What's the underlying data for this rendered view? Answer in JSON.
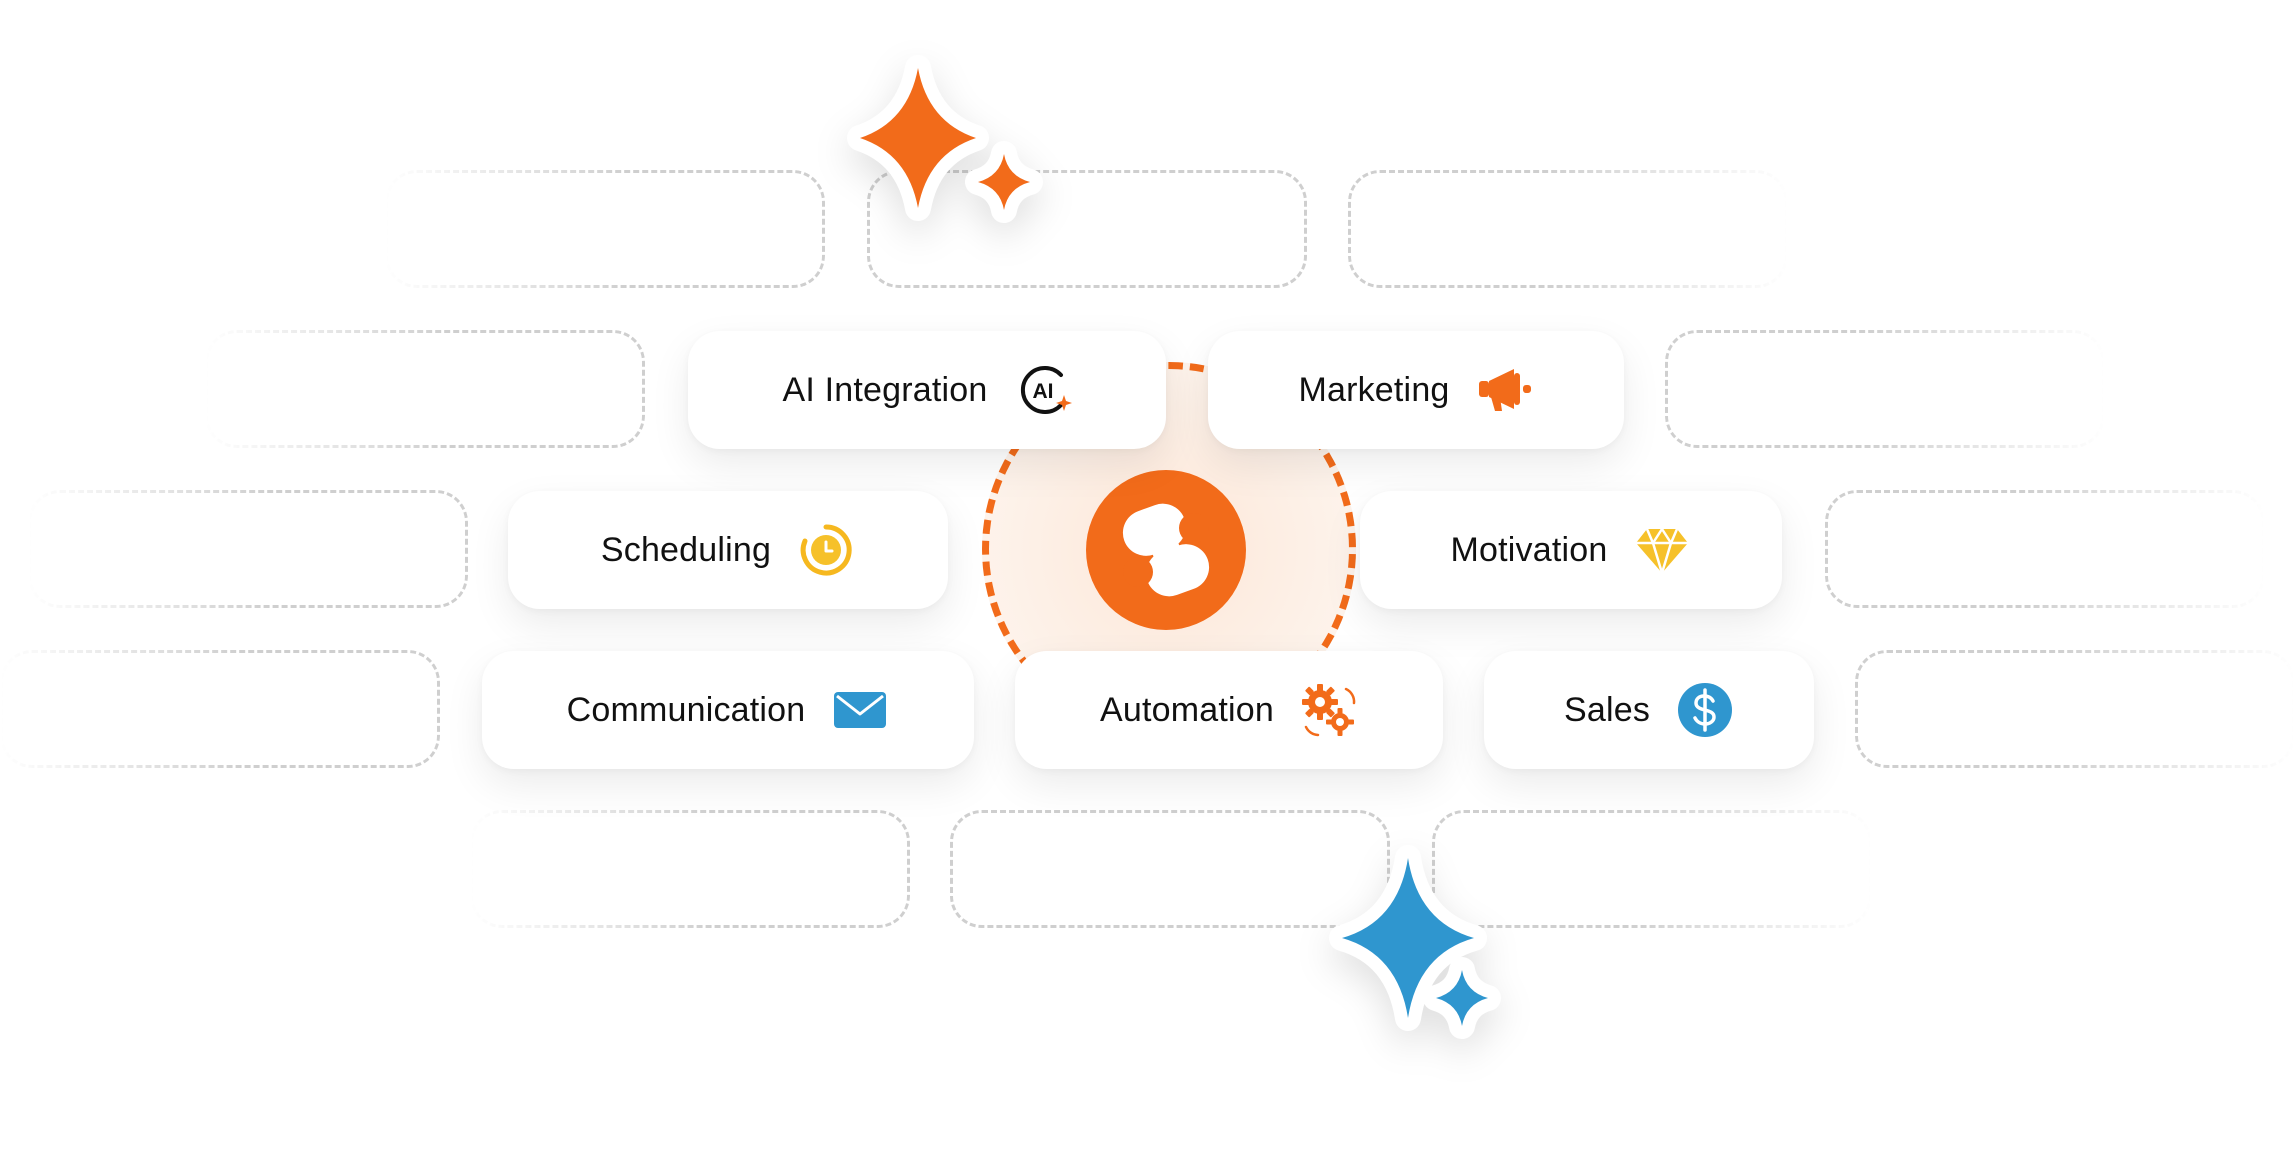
{
  "hub": {
    "logo": "s-link-logo",
    "ring_color": "#f26b1a",
    "logo_color": "#f26b1a"
  },
  "features": [
    {
      "label": "AI Integration",
      "icon": "ai-icon",
      "icon_color": "#111111",
      "accent": "#f26b1a"
    },
    {
      "label": "Marketing",
      "icon": "megaphone-icon",
      "icon_color": "#f26b1a"
    },
    {
      "label": "Scheduling",
      "icon": "clock-icon",
      "icon_color": "#f6b81f"
    },
    {
      "label": "Motivation",
      "icon": "diamond-icon",
      "icon_color": "#f6c12a"
    },
    {
      "label": "Communication",
      "icon": "envelope-icon",
      "icon_color": "#2f96cf"
    },
    {
      "label": "Automation",
      "icon": "gears-icon",
      "icon_color": "#f26b1a"
    },
    {
      "label": "Sales",
      "icon": "dollar-icon",
      "icon_color": "#2f96cf"
    }
  ],
  "decorations": {
    "sparkle_top": "orange-sparkle-icon",
    "sparkle_bottom": "blue-sparkle-icon",
    "sparkle_top_color": "#f26b1a",
    "sparkle_bottom_color": "#2f96cf"
  }
}
